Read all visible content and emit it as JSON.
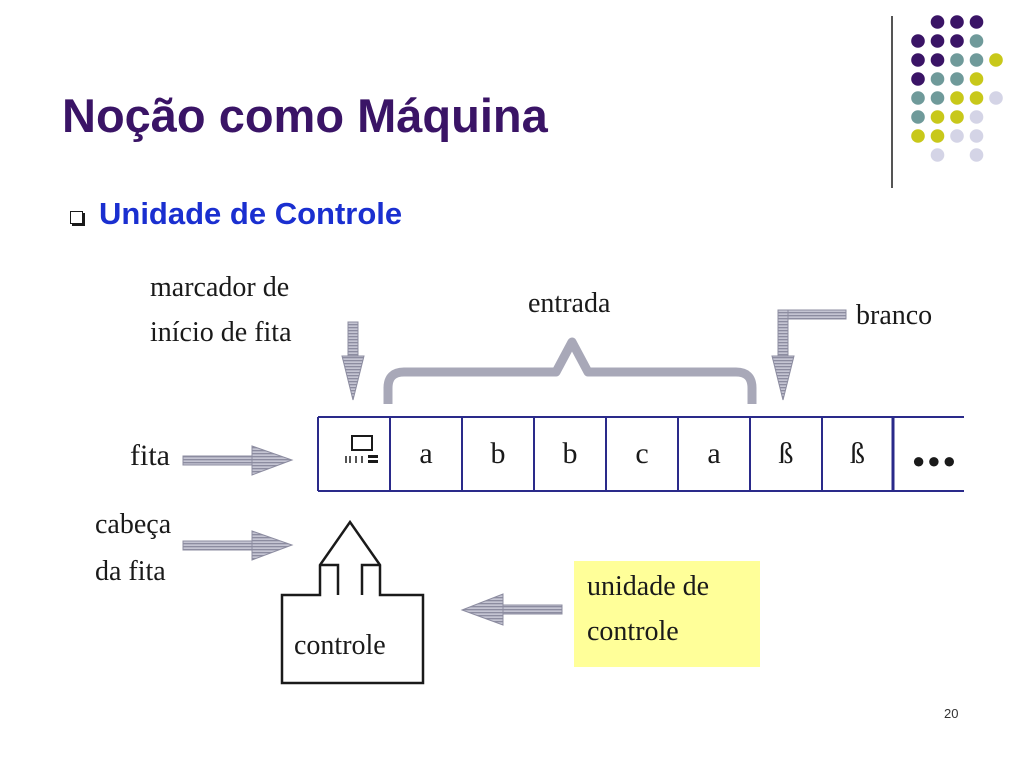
{
  "slide": {
    "title": "Noção como Máquina",
    "subtitle": "Unidade de Controle",
    "page_number": "20"
  },
  "diagram": {
    "labels": {
      "start_marker_line1": "marcador de",
      "start_marker_line2": "início de fita",
      "input": "entrada",
      "blank": "branco",
      "tape": "fita",
      "head_line1": "cabeça",
      "head_line2": "da fita",
      "control": "controle",
      "control_unit_line1": "unidade de",
      "control_unit_line2": "controle"
    },
    "tape_cells": [
      "a",
      "b",
      "b",
      "c",
      "a",
      "ß",
      "ß"
    ],
    "ellipsis": "●●●",
    "start_marker_icon": "tape-start-marker-icon"
  },
  "colors": {
    "title": "#3a1466",
    "subtitle": "#1a2fd0",
    "tape_border": "#2a2a8a",
    "arrow_gray": "#a8a8b8",
    "control_unit_highlight": "#ffff99",
    "dot_purple": "#3a1466",
    "dot_teal": "#6f9a9a",
    "dot_yellow": "#c8c81a",
    "dot_lavender": "#d4d4e6"
  }
}
